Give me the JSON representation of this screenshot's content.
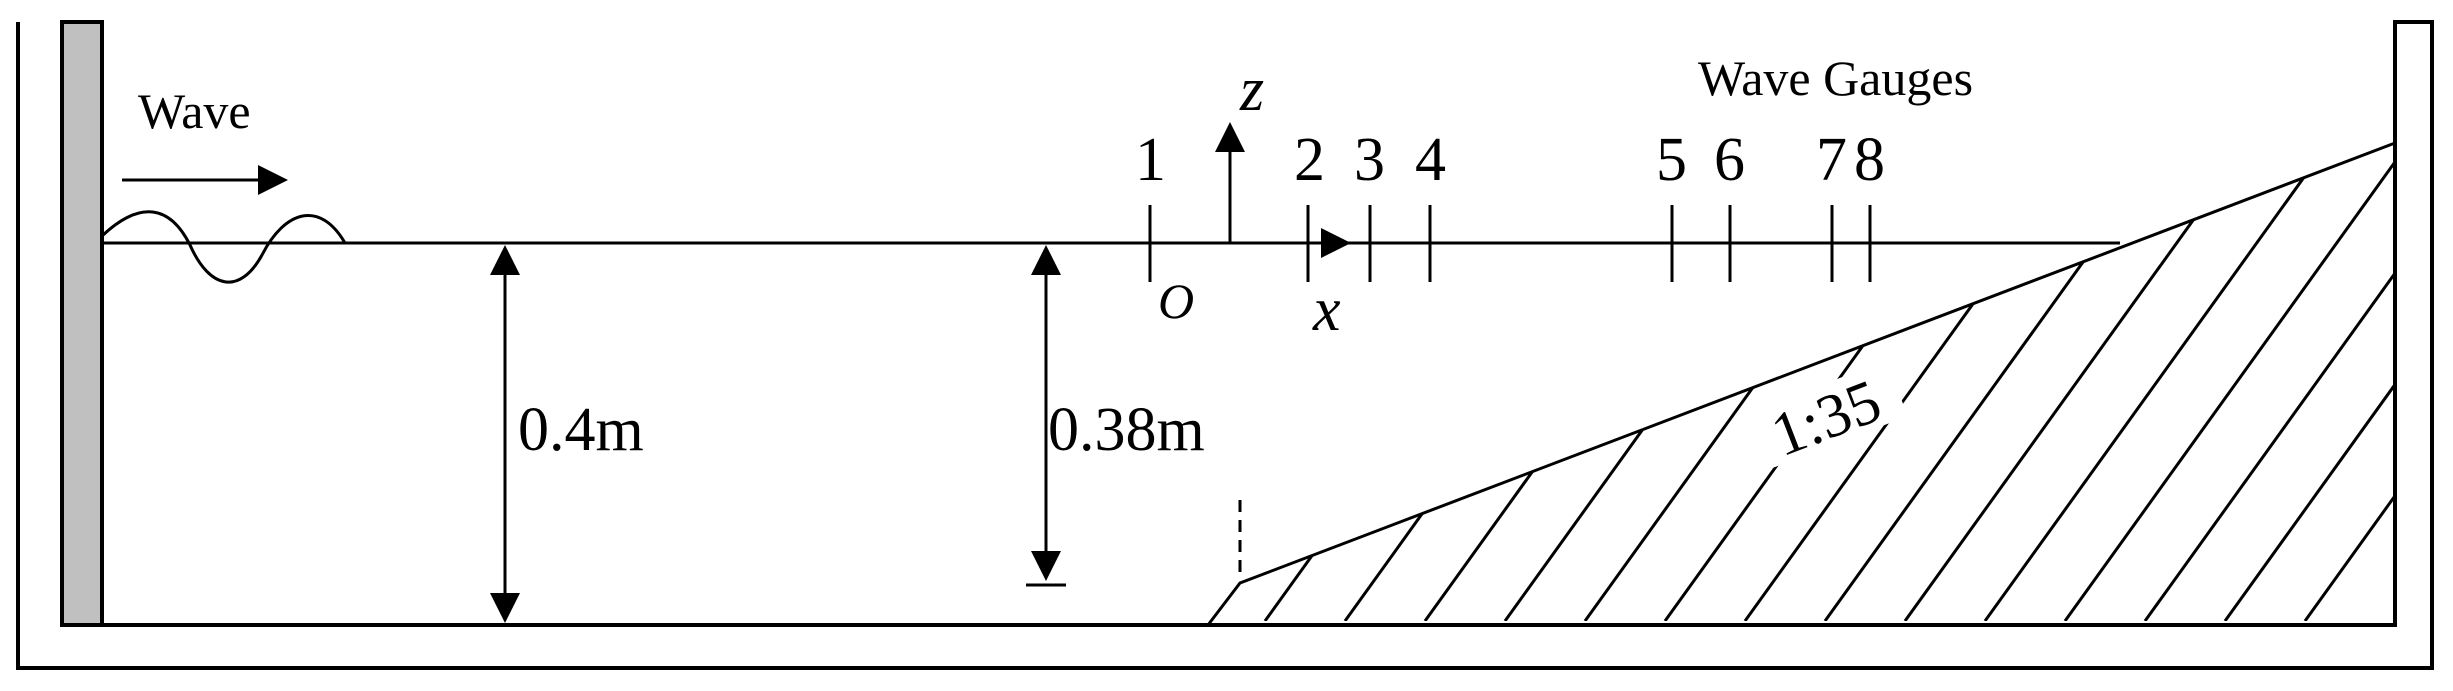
{
  "wave_label": "Wave",
  "gauges_label": "Wave Gauges",
  "gauge_numbers": [
    "1",
    "2",
    "3",
    "4",
    "5",
    "6",
    "7",
    "8"
  ],
  "axis_z": "z",
  "axis_x": "x",
  "origin": "O",
  "depth_left": "0.4m",
  "depth_right": "0.38m",
  "slope_label": "1:35"
}
